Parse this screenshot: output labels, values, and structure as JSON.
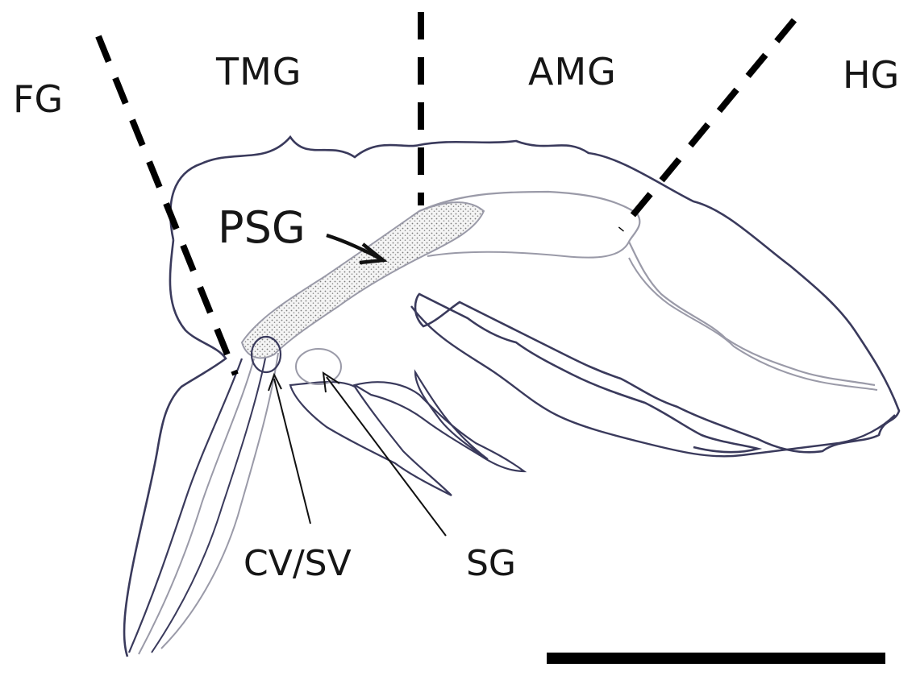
{
  "labels": {
    "fg": "FG",
    "tmg": "TMG",
    "amg": "AMG",
    "hg": "HG",
    "psg": "PSG",
    "cv_sv": "CV/SV",
    "sg": "SG"
  },
  "colors": {
    "outline": "#3a3a5c",
    "inner": "#9a9aa8",
    "divider": "#000000",
    "stipple": "#8a8a8a"
  }
}
